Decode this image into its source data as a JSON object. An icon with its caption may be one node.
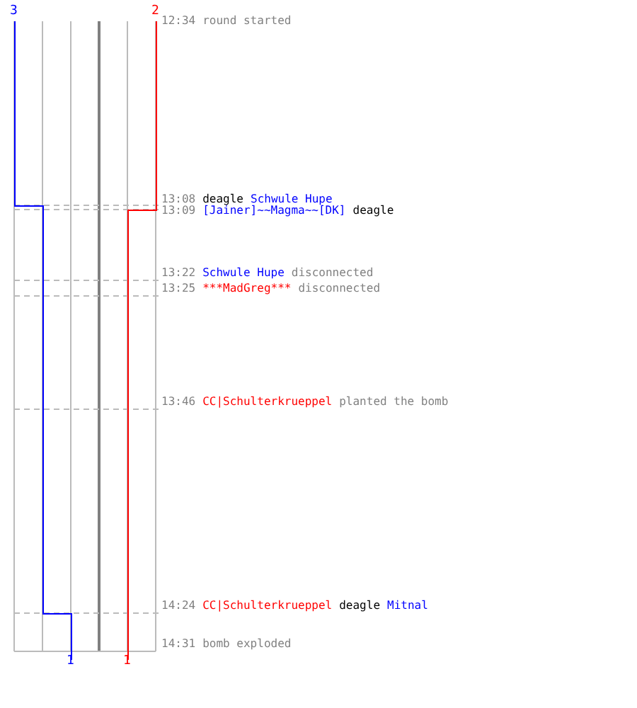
{
  "diagram": {
    "labels": [
      "3",
      "2",
      "12:34",
      "round started",
      "13:08",
      "deagle",
      "Schwule Hupe",
      "13:09",
      "[Jainer]~~Magma~~[DK]",
      "deagle",
      "13:22",
      "Schwule Hupe",
      "disconnected",
      "13:25",
      "***MadGreg***",
      "disconnected",
      "13:46",
      "CC|Schulterkrueppel",
      "planted the bomb",
      "14:24",
      "CC|Schulterkrueppel",
      "deagle",
      "Mitnal",
      "1",
      "1",
      "14:31",
      "bomb exploded"
    ]
  }
}
